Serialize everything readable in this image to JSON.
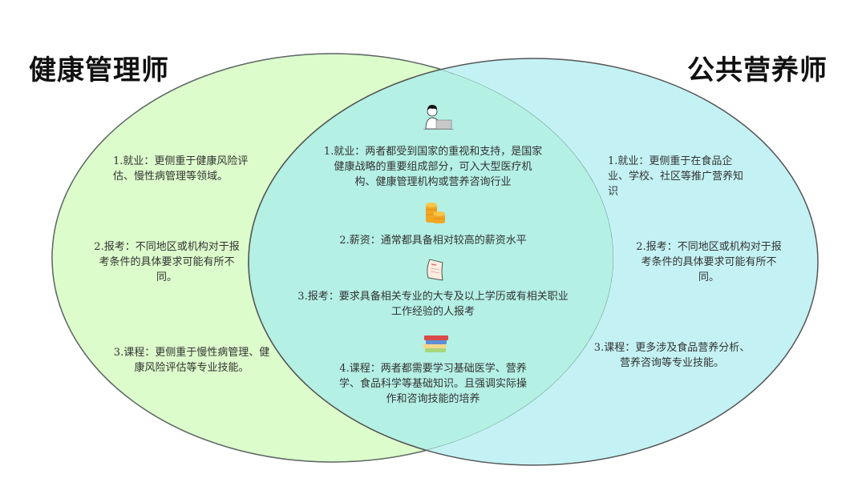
{
  "diagram": {
    "type": "venn",
    "colors": {
      "left_fill": "#dcfccb",
      "right_fill": "#c4f2f4",
      "overlap_fill": "#b4f0e4",
      "stroke": "#555555"
    },
    "left": {
      "title": "健康管理师",
      "items": [
        {
          "line1": "1.就业：更侧重于健康风险评",
          "line2": "估、慢性病管理等领域。"
        },
        {
          "line1": "2.报考：不同地区或机构对于报",
          "line2": "考条件的具体要求可能有所不",
          "line3": "同。"
        },
        {
          "line1": "3.课程：更侧重于慢性病管理、健",
          "line2": "康风险评估等专业技能。"
        }
      ]
    },
    "right": {
      "title": "公共营养师",
      "items": [
        {
          "line1": "1.就业：更侧重于在食品企",
          "line2": "业、学校、社区等推广营养知",
          "line3": "识"
        },
        {
          "line1": "2.报考：不同地区或机构对于报",
          "line2": "考条件的具体要求可能有所不",
          "line3": "同。"
        },
        {
          "line1": "3.课程：更多涉及食品营养分析、",
          "line2": "营养咨询等专业技能。"
        }
      ]
    },
    "overlap": {
      "items": [
        {
          "icon": "person-laptop-icon",
          "line1": "1.就业：两者都受到国家的重视和支持，是国家",
          "line2": "健康战略的重要组成部分，可入大型医疗机",
          "line3": "构、健康管理机构或营养咨询行业"
        },
        {
          "icon": "coins-icon",
          "line1": "2.薪资：通常都具备相对较高的薪资水平"
        },
        {
          "icon": "certificate-icon",
          "line1": "3.报考：要求具备相关专业的大专及以上学历或有相关职业",
          "line2": "工作经验的人报考"
        },
        {
          "icon": "books-icon",
          "line1": "4.课程：两者都需要学习基础医学、营养",
          "line2": "学、食品科学等基础知识。且强调实际操",
          "line3": "作和咨询技能的培养"
        }
      ]
    }
  }
}
